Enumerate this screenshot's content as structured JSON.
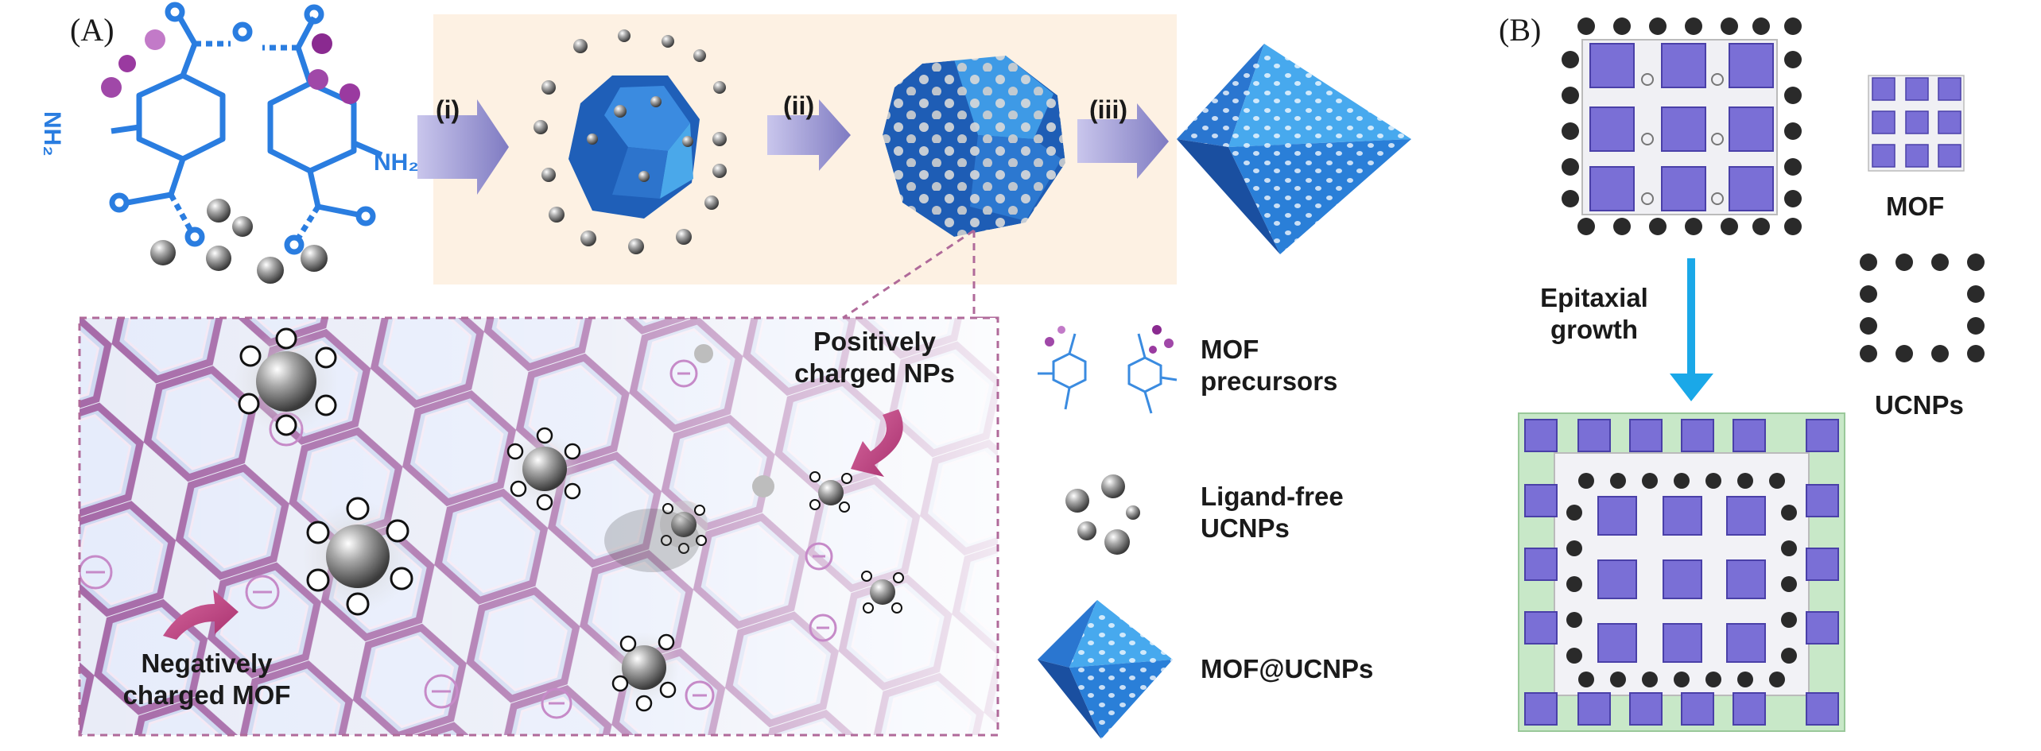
{
  "panel_a": {
    "label": "(A)",
    "steps": [
      "(i)",
      "(ii)",
      "(iii)"
    ],
    "zoom": {
      "positive_label": [
        "Positively",
        "charged NPs"
      ],
      "negative_label": [
        "Negatively",
        "charged MOF"
      ]
    },
    "molecule": {
      "amine_left": "NH₂",
      "amine_right": "NH₂"
    },
    "legend": [
      {
        "id": "precursors",
        "label": [
          "MOF",
          "precursors"
        ]
      },
      {
        "id": "ucnps",
        "label": [
          "Ligand-free",
          "UCNPs"
        ]
      },
      {
        "id": "composite",
        "label": [
          "MOF@UCNPs"
        ]
      }
    ]
  },
  "panel_b": {
    "label": "(B)",
    "arrow_label": [
      "Epitaxial",
      "growth"
    ],
    "mof_label": "MOF",
    "ucnp_label": "UCNPs"
  },
  "colors": {
    "mof_blue": "#2f7fd6",
    "mof_dark": "#1a4fa0",
    "purple_cluster": "#7a6fd6",
    "magenta_arrow": "#b8487f",
    "process_box": "#fdf1e3",
    "arrow_fill": "#8c88c8",
    "epitaxy_arrow": "#1aa8e8",
    "ucnp_dot": "#2a2a2a",
    "shell_green": "#c8e8c8"
  }
}
